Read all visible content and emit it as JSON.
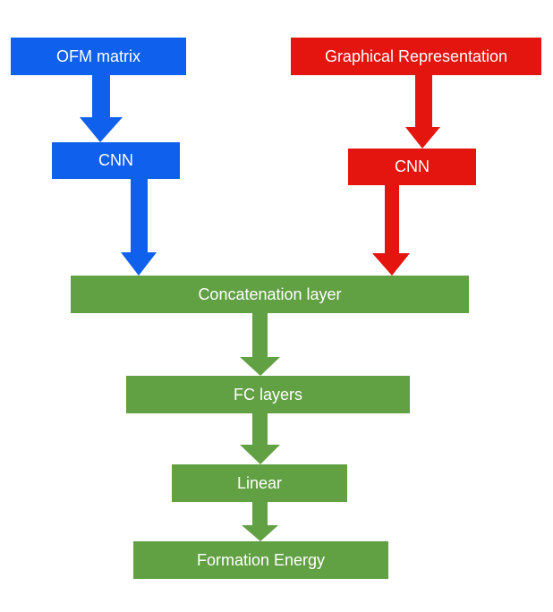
{
  "nodes": {
    "ofm": "OFM matrix",
    "graph": "Graphical Representation",
    "cnn_left": "CNN",
    "cnn_right": "CNN",
    "concat": "Concatenation layer",
    "fc": "FC layers",
    "linear": "Linear",
    "formation": "Formation Energy"
  },
  "colors": {
    "blue": "#1060ee",
    "red": "#e4140f",
    "green": "#62a044"
  }
}
